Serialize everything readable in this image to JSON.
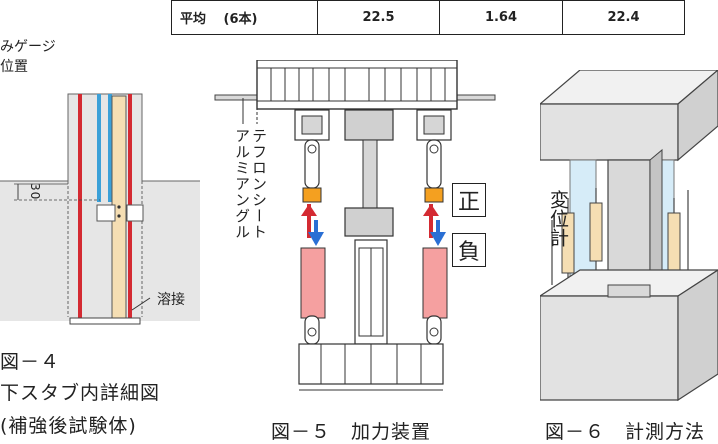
{
  "table": {
    "label": "平均　 (6本)",
    "values": [
      "22.5",
      "1.64",
      "22.4"
    ]
  },
  "fig4": {
    "gauge_label_line1": "みゲージ",
    "gauge_label_line2": "位置",
    "dimension": "30",
    "weld_label": "溶接",
    "caption_number": "図－４",
    "caption_title": "下スタブ内詳細図",
    "caption_sub": "(補強後試験体)"
  },
  "fig5": {
    "aluminum_label": "アルミアングル",
    "teflon_label": "テフロンシート",
    "positive_label": "正",
    "negative_label": "負",
    "caption": "図－５　加力装置",
    "arrow_up_color": "#d42a32",
    "arrow_down_color": "#2a6fd4",
    "damper_color": "#f5a0a0",
    "joint_color": "#f4a020"
  },
  "fig6": {
    "gauge_label": "変位計",
    "caption": "図－６　計測方法"
  }
}
